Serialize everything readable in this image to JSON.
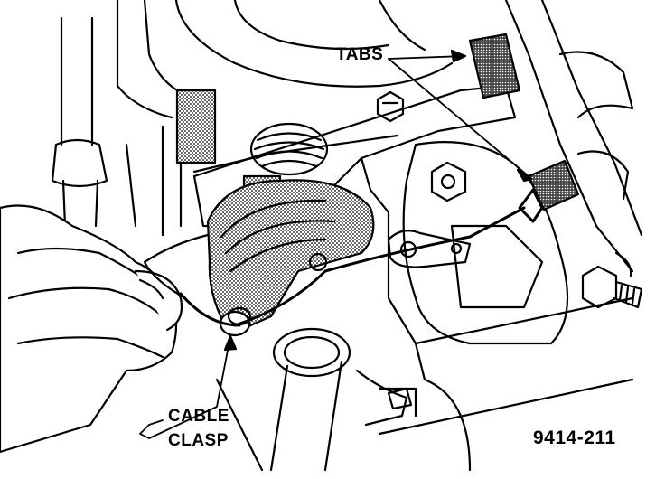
{
  "labels": {
    "tabs": "TABS",
    "cable_clasp_line1": "CABLE",
    "cable_clasp_line2": "CLASP",
    "figure_number": "9414-211"
  },
  "colors": {
    "ink": "#000000",
    "paper": "#ffffff",
    "shade": "#8c8c8c"
  }
}
